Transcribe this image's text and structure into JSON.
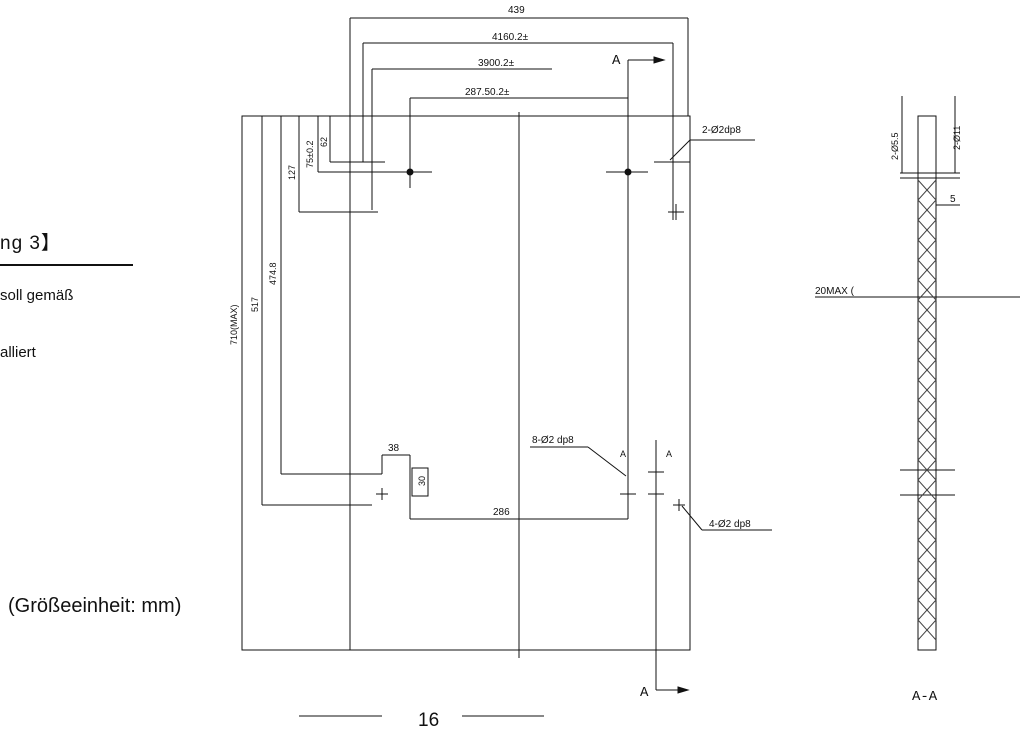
{
  "side_text": {
    "heading": "ng  3】",
    "line1": "soll gemäß",
    "line2": "alliert",
    "unit_note": "(Größeeinheit: mm)"
  },
  "page_number": "16",
  "front_view": {
    "dim_top": "439",
    "dim_416": "4160.2±",
    "dim_390": "3900.2±",
    "dim_287": "287.50.2±",
    "hole_top_right": "2-Ø2dp8",
    "dim_75": "75±0.2",
    "dim_62": "62",
    "dim_127": "127",
    "dim_474": "474.8",
    "dim_517": "517",
    "dim_710": "710(MAX)",
    "dim_38": "38",
    "dim_30": "30",
    "dim_286": "286",
    "holes_8": "8-Ø2 dp8",
    "holes_4": "4-Ø2 dp8",
    "section_mark": "A",
    "section_mark_a1": "A",
    "section_mark_a2": "A"
  },
  "section_view": {
    "dim_55": "2-Ø5.5",
    "dim_11": "2-Ø11",
    "dim_5": "5",
    "dim_20max": "20MAX (",
    "label": "A-A"
  }
}
